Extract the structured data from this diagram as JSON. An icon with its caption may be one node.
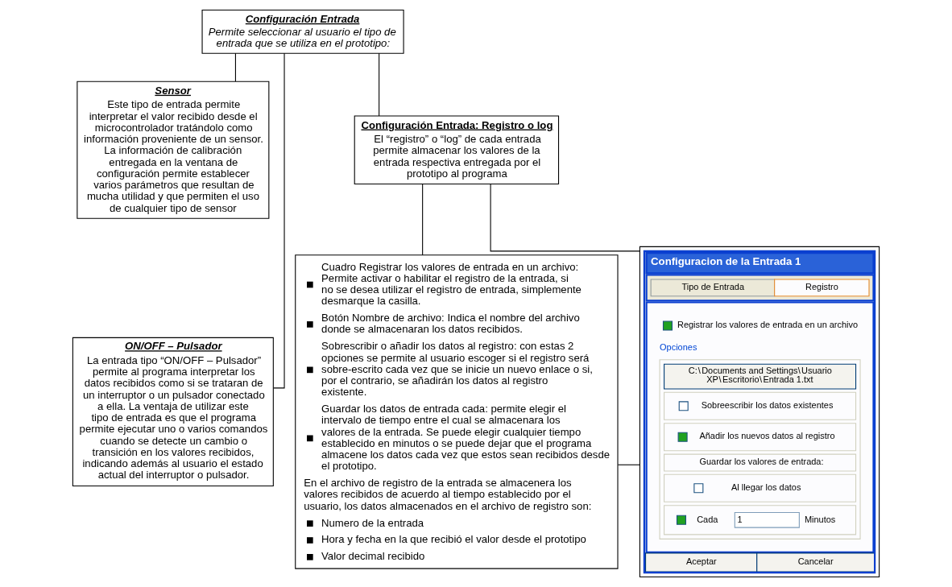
{
  "diagram": {
    "nodes": [
      {
        "text": [
          "Configuración Entrada",
          "Permite seleccionar al usuario el tipo de entrada que se utiliza en el prototipo:"
        ]
      },
      {
        "text": [
          "Configuración Entrada: Registro o log",
          "El “registro” o “log” de cada entrada permite almacenar los valores de la entrada respectiva entregada por el prototipo al programa"
        ]
      },
      {
        "text": [
          "Sensor",
          "Este tipo de entrada permite interpretar el valor recibido desde el microcontrolador tratándolo como información proveniente de un sensor. La información de calibración entregada en la ventana de configuración permite establecer varios parámetros que resultan de mucha utilidad y que permiten el uso de cualquier tipo de sensor"
        ]
      },
      {
        "text": [
          "Cuadro Registrar los valores de entrada en un archivo: Permite activar o habilitar el registro de la entrada, si no se desea utilizar el registro de entrada, simplemente desmarque la casilla.",
          "Botón Nombre de archivo: Indica el nombre del archivo donde se almacenaran los datos recibidos.",
          "Sobrescribir o añadir los datos al registro: con estas 2 opciones se permite al usuario escoger si el registro será sobre-escrito cada vez que se inicie un nuevo enlace o si, por el contrario, se añadirán los datos al registro existente.",
          "Guardar los datos de entrada cada: permite elegir el intervalo de tiempo entre el cual se almacenara los valores de la entrada. Se puede elegir cualquier tiempo establecido en minutos o se puede dejar que el programa almacene los datos cada vez que estos sean recibidos desde el prototipo.",
          "En el archivo de registro de la entrada se almacenera los valores recibidos de acuerdo al tiempo establecido por el usuario, los datos almacenados en el archivo de registro son:",
          "Numero de la entrada",
          "Hora y fecha en la que recibió el valor desde el prototipo",
          "Valor decimal recibido"
        ]
      },
      {
        "text": [
          "Configuracion de la Entrada 1",
          "Tipo de Entrada",
          "Registro",
          "Registrar los valores de entrada en un archivo",
          "Opciones",
          "C:\\Documents and Settings\\Usuario XP\\Escritorio\\Entrada 1.txt",
          "Sobreescribir los datos existentes",
          "Añadir los nuevos datos al registro",
          "Guardar los valores de entrada:",
          "Al llegar los datos",
          "Cada",
          "1",
          "Minutos",
          "Aceptar",
          "Cancelar"
        ]
      },
      {
        "text": [
          "ON/OFF – Pulsador",
          "La entrada tipo “ON/OFF – Pulsador” permite al programa interpretar los datos recibidos como si se trataran de un interruptor o un pulsador conectado a ella. La ventaja de utilizar este tipo de entrada es que el programa permite ejecutar uno o varios comandos cuando se detecte un cambio o transición en los valores recibidos, indicando además al usuario el estado actual del interruptor o pulsador."
        ]
      }
    ],
    "edges": [
      {
        "from": 0,
        "to": 2,
        "arrow": "none"
      },
      {
        "from": 0,
        "to": 5,
        "arrow": "none"
      },
      {
        "from": 0,
        "to": 1,
        "arrow": "none"
      },
      {
        "from": 1,
        "to": 3,
        "arrow": "none"
      },
      {
        "from": 1,
        "to": 4,
        "arrow": "none"
      },
      {
        "from": 4,
        "to": 3,
        "arrow": "none"
      }
    ]
  }
}
